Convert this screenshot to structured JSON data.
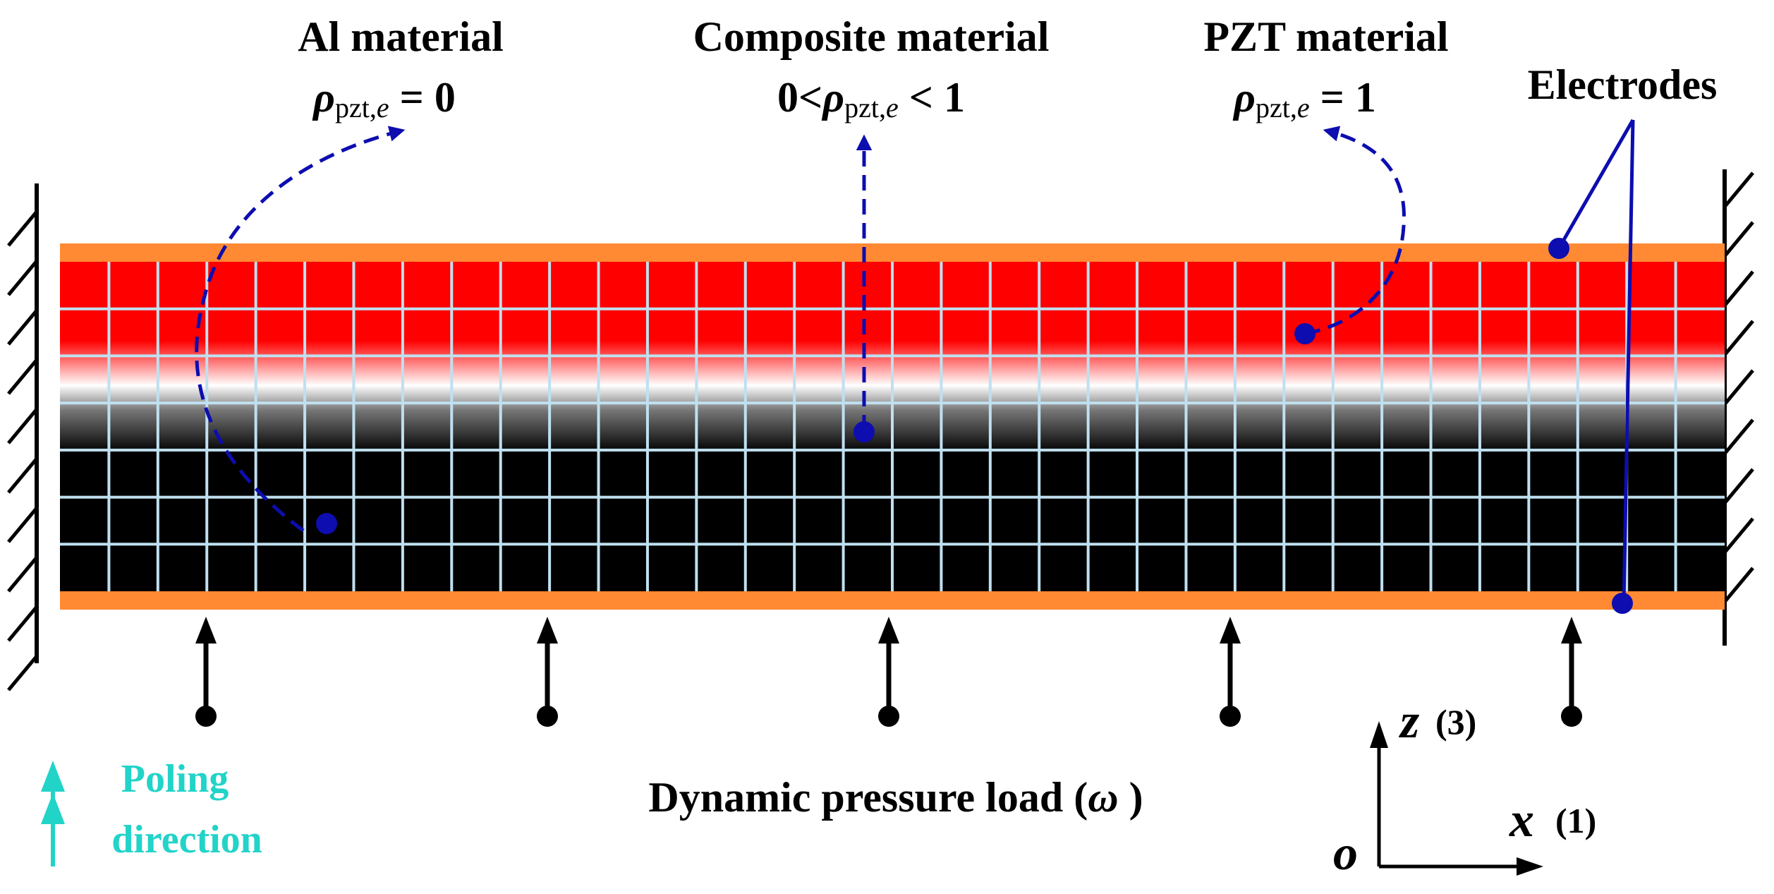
{
  "labels": {
    "al": {
      "title": "Al material",
      "rho": "ρ",
      "sub": "pzt,",
      "e": "e",
      "relation": " = 0"
    },
    "composite": {
      "title": "Composite material",
      "prefix": "0<",
      "rho": "ρ",
      "sub": "pzt,",
      "e": "e",
      "relation": " < 1"
    },
    "pzt": {
      "title": "PZT material",
      "rho": "ρ",
      "sub": "pzt,",
      "e": "e",
      "relation": " = 1"
    },
    "electrodes": "Electrodes",
    "load": {
      "text": "Dynamic pressure load (",
      "omega": "ω",
      "close": " )"
    },
    "poling": {
      "line1": "Poling",
      "line2": "direction"
    },
    "axes": {
      "z": "z",
      "z_num": "(3)",
      "x": "x",
      "x_num": "(1)",
      "origin": "o"
    }
  },
  "mesh": {
    "columns": 34,
    "rows": 7
  },
  "load_arrows": 5,
  "colors": {
    "pzt": "#ff0000",
    "aluminum": "#000000",
    "electrode": "#ff8a33",
    "mesh_line": "#bfe0f0",
    "annotation": "#0d0db0",
    "poling": "#22d3c8"
  }
}
